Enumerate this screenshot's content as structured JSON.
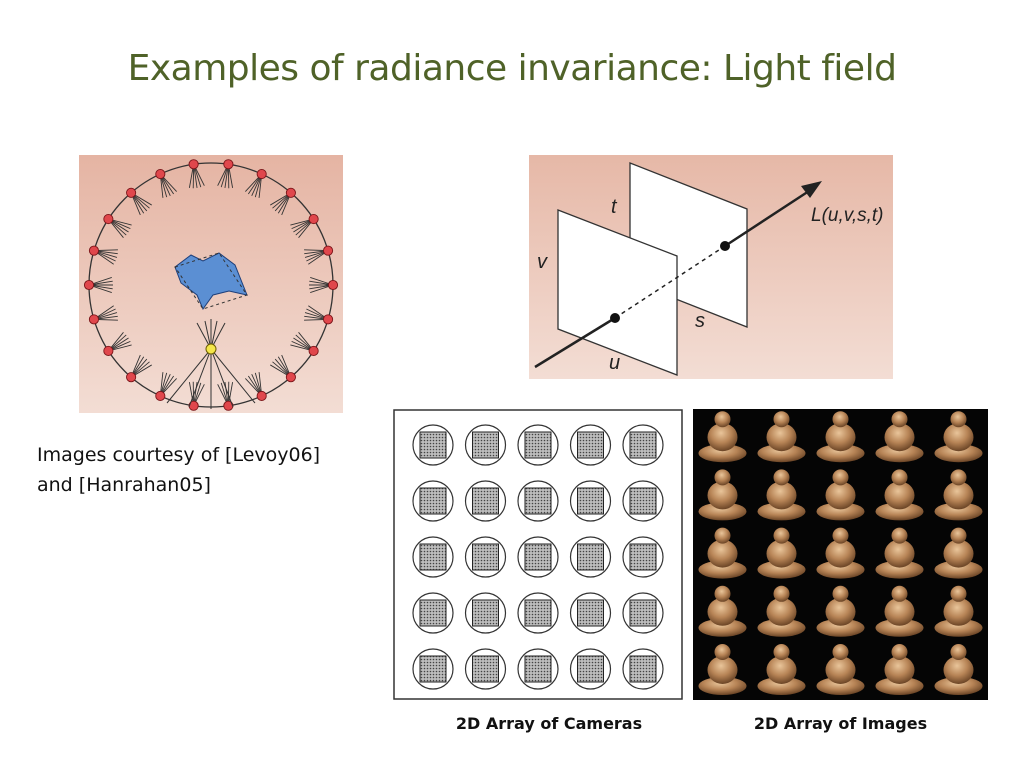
{
  "slide": {
    "title": "Examples of radiance invariance: Light field",
    "caption_line1": "Images courtesy of [Levoy06]",
    "caption_line2": "and [Hanrahan05]"
  },
  "figures": {
    "planes": {
      "label_t": "t",
      "label_v": "v",
      "label_s": "s",
      "label_u": "u",
      "label_L": "L(u,v,s,t)"
    },
    "cameras_label": "2D Array of Cameras",
    "images_label": "2D Array of Images",
    "grid": {
      "rows": 5,
      "cols": 5
    }
  },
  "colors": {
    "title": "#4f6228",
    "panel_bg_top": "#e6b7a6",
    "panel_bg_bottom": "#f3ddd4",
    "camera_dot": "#e0474c",
    "eye_dot": "#f4e64a",
    "object_blue": "#5b8fd3"
  }
}
